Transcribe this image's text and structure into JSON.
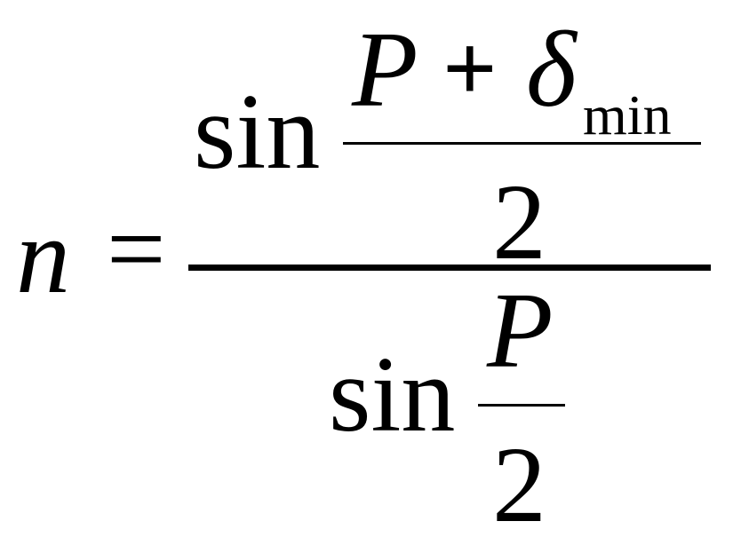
{
  "formula": {
    "lhs": {
      "variable": "n",
      "equals": "="
    },
    "numerator": {
      "function": "sin",
      "fraction": {
        "term1": "P",
        "operator": "+",
        "term2": "δ",
        "term2_subscript": "min",
        "denominator": "2"
      }
    },
    "denominator": {
      "function": "sin",
      "fraction": {
        "numerator": "P",
        "denominator": "2"
      }
    }
  }
}
